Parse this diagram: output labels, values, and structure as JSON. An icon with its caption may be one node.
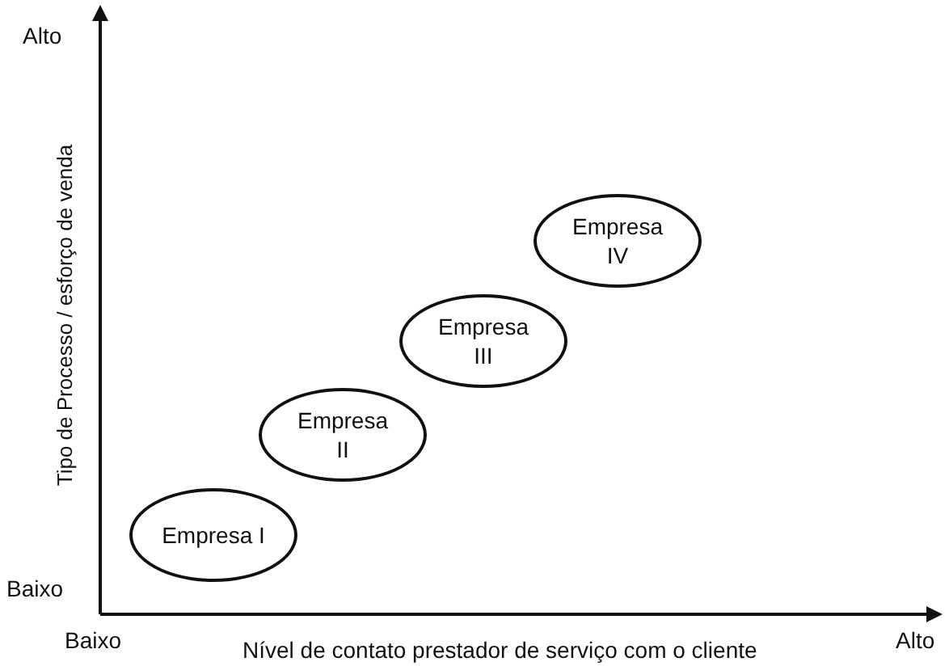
{
  "diagram": {
    "nodes": [
      {
        "text": [
          "Empresa I"
        ]
      },
      {
        "text": [
          "Empresa II"
        ]
      },
      {
        "text": [
          "Empresa III"
        ]
      },
      {
        "text": [
          "Empresa IV"
        ]
      }
    ],
    "labels": [
      "Alto",
      "Tipo de Processo / esforço de venda",
      "Baixo",
      "Baixo",
      "Nível de contato prestador de serviço com o cliente",
      "Alto"
    ]
  }
}
